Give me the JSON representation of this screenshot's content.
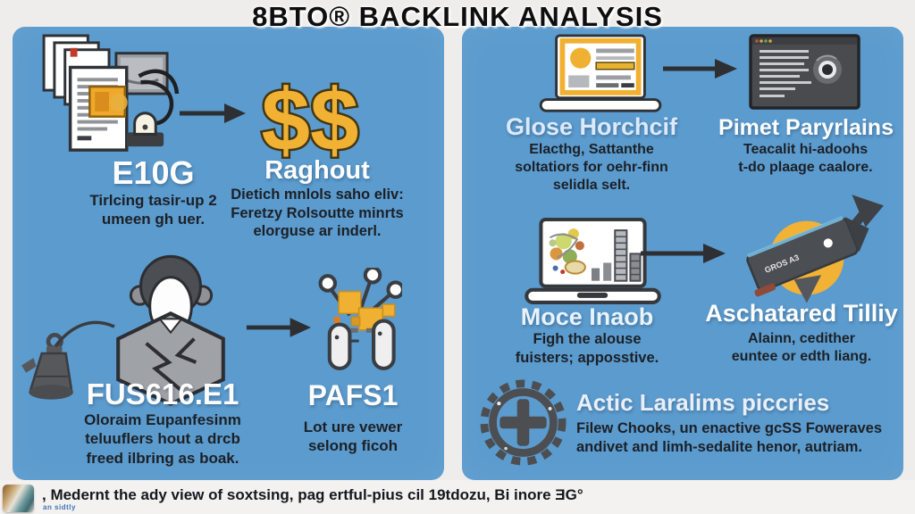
{
  "title": "8BTO® BACKLINK ANALYSIS",
  "colors": {
    "background": "#efedeb",
    "panel_blue": "#5b9bce",
    "accent_gold": "#f0b132",
    "icon_dark_gray": "#4b4e53",
    "title_color": "#0e0e10",
    "body_text": "#1c2026",
    "footer_link_blue": "#3f72b4"
  },
  "left_panel": {
    "items": [
      {
        "heading": "E10G",
        "lines": [
          "Tirlcing tasir-up 2",
          "umeen gh uer."
        ]
      },
      {
        "heading": "Raghout",
        "icon_text": "$$",
        "lines": [
          "Dietich mnlols saho eliv:",
          "Feretzy Rolsoutte minrts",
          "elorguse ar inderl."
        ]
      },
      {
        "heading": "FUS616.E1",
        "lines": [
          "Oloraim Eupanfesinm",
          "teluuflers hout a drcb",
          "freed ilbring as boak."
        ]
      },
      {
        "heading": "PAFS1",
        "lines": [
          "Lot ure vewer",
          "selong ficoh"
        ]
      }
    ]
  },
  "right_panel": {
    "items": [
      {
        "heading": "Glose Horchcif",
        "lines": [
          "Elacthg, Sattanthe",
          "soltatiors for oehr-finn",
          "selidla selt."
        ]
      },
      {
        "heading": "Pimet Paryrlains",
        "lines": [
          "Teacalit hi-adoohs",
          "t-do plaage caalore."
        ]
      },
      {
        "heading": "Moce Inaob",
        "lines": [
          "Figh the alouse",
          "fuisters; apposstive."
        ]
      },
      {
        "heading": "Aschatared Tilliy",
        "lines": [
          "Alainn, cedither",
          "euntee or edth liang."
        ]
      },
      {
        "heading": "Actic Laralims piccries",
        "lines": [
          "Filew Chooks, un enactive gcSS Foweraves",
          "andivet and limh-sedalite henor, autriam."
        ]
      }
    ],
    "rocket_label": "GROS A3"
  },
  "footer": {
    "caption": ", Medernt the ady view of soxtsing, pag ertful-pius cil 19tdozu, Bi inore ƎG°",
    "sub_caption": "an sidtly"
  }
}
